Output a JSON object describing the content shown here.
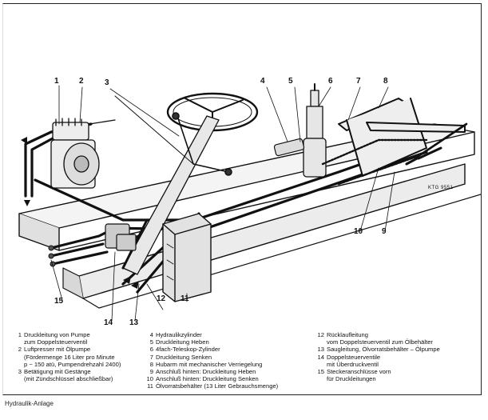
{
  "figure": {
    "reference_code": "KTG 9551",
    "caption": "Hydraulik-Anlage",
    "callouts": {
      "c1": "1",
      "c2": "2",
      "c3": "3",
      "c4": "4",
      "c5": "5",
      "c6": "6",
      "c7": "7",
      "c8": "8",
      "c9": "9",
      "c10": "10",
      "c11": "11",
      "c12": "12",
      "c13": "13",
      "c14": "14",
      "c15": "15"
    }
  },
  "legend": {
    "col1": [
      {
        "num": "1",
        "lines": [
          "Druckleitung von Pumpe",
          "zum Doppelsteuerventil"
        ]
      },
      {
        "num": "2",
        "lines": [
          "Luftpresser mit Ölpumpe",
          "(Fördermenge 16 Liter pro Minute",
          "p ~ 150 atü, Pumpendrehzahl 2400)"
        ]
      },
      {
        "num": "3",
        "lines": [
          "Betätigung mit Gestänge",
          "(mit Zündschlüssel abschließbar)"
        ]
      }
    ],
    "col2": [
      {
        "num": "4",
        "lines": [
          "Hydraulikzylinder"
        ]
      },
      {
        "num": "5",
        "lines": [
          "Druckleitung Heben"
        ]
      },
      {
        "num": "6",
        "lines": [
          "4fach-Teleskop-Zylinder"
        ]
      },
      {
        "num": "7",
        "lines": [
          "Druckleitung Senken"
        ]
      },
      {
        "num": "8",
        "lines": [
          "Hubarm mit mechanischer Verriegelung"
        ]
      },
      {
        "num": "9",
        "lines": [
          "Anschluß hinten: Druckleitung Heben"
        ]
      },
      {
        "num": "10",
        "lines": [
          "Anschluß hinten: Druckleitung Senken"
        ]
      },
      {
        "num": "11",
        "lines": [
          "Ölvorratsbehälter (13 Liter Gebrauchsmenge)"
        ]
      }
    ],
    "col3": [
      {
        "num": "12",
        "lines": [
          "Rücklaufleitung",
          "vom Doppelsteuerventil zum Ölbehälter"
        ]
      },
      {
        "num": "13",
        "lines": [
          "Saugleitung, Ölvorratsbehälter – Ölpumpe"
        ]
      },
      {
        "num": "14",
        "lines": [
          "Doppelsteuerventile",
          "mit Überdruckventil"
        ]
      },
      {
        "num": "15",
        "lines": [
          "Steckeranschlüsse vorn",
          "für Druckleitungen"
        ]
      }
    ]
  }
}
